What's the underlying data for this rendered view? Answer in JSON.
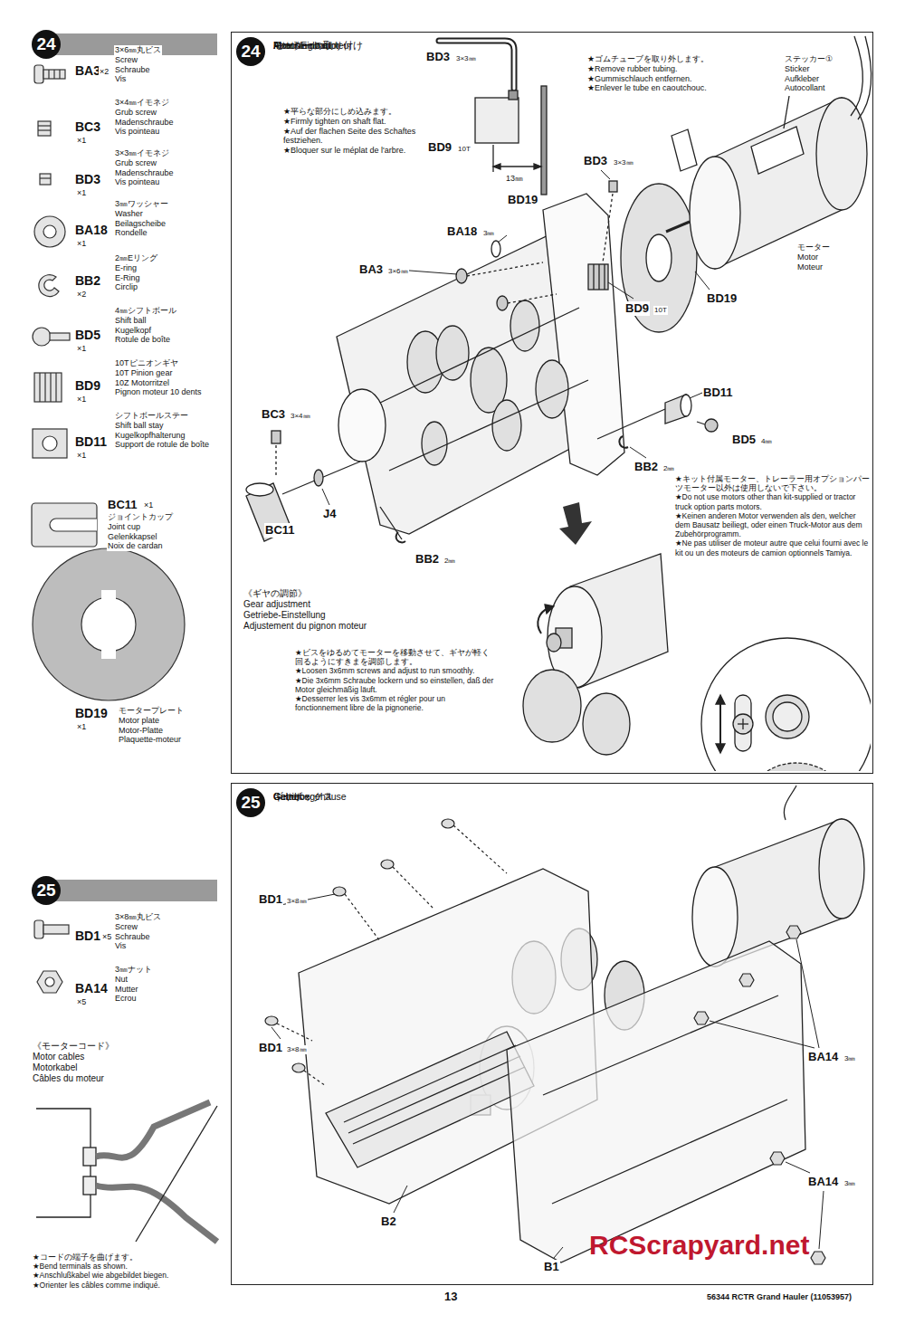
{
  "diagram": {
    "nodes": [
      {
        "text": [
          "24"
        ]
      },
      {
        "text": [
          "24",
          "モーターの取り付け",
          "Attaching motor",
          "Motor-Einbau",
          "Fixation du moteur"
        ]
      },
      {
        "text": [
          "25"
        ]
      },
      {
        "text": [
          "25",
          "ギヤボックス",
          "Gearbox",
          "Getriebegehäuse",
          "Carter"
        ]
      }
    ],
    "labels": [
      "3×6㎜丸ビス",
      "Screw",
      "Schraube",
      "Vis",
      "BA3",
      "×2",
      "3×4㎜イモネジ",
      "Grub screw",
      "Madenschraube",
      "Vis pointeau",
      "BC3",
      "×1",
      "3×3㎜イモネジ",
      "Grub screw",
      "Madenschraube",
      "Vis pointeau",
      "BD3",
      "×1",
      "3㎜ワッシャー",
      "Washer",
      "Beilagscheibe",
      "Rondelle",
      "BA18",
      "×1",
      "2㎜Eリング",
      "E-ring",
      "E-Ring",
      "Circlip",
      "BB2",
      "×2",
      "4㎜シフトボール",
      "Shift ball",
      "Kugelkopf",
      "Rotule de boîte",
      "BD5",
      "×1",
      "10Tピニオンギヤ",
      "10T Pinion gear",
      "10Z Motorritzel",
      "Pignon moteur 10 dents",
      "BD9",
      "×1",
      "シフトボールステー",
      "Shift ball stay",
      "Kugelkopfhalterung",
      "Support de rotule de boîte",
      "BD11",
      "×1",
      "BC11",
      "×1",
      "ジョイントカップ",
      "Joint cup",
      "Gelenkkapsel",
      "Noix de cardan",
      "BD19",
      "×1",
      "モータープレート",
      "Motor plate",
      "Motor-Platte",
      "Plaquette-moteur",
      "3×8㎜丸ビス",
      "Screw",
      "Schraube",
      "Vis",
      "BD1",
      "×5",
      "3㎜ナット",
      "Nut",
      "Mutter",
      "Ecrou",
      "BA14",
      "×5",
      "《モーターコード》",
      "Motor cables",
      "Motorkabel",
      "Câbles du moteur",
      "★コードの端子を曲げます。",
      "★Bend terminals as shown.",
      "★Anschlußkabel wie abgebildet biegen.",
      "★Orienter les câbles comme indiqué.",
      "★平らな部分にしめ込みます。",
      "★Firmly tighten on shaft flat.",
      "★Auf der flachen Seite des Schaftes festziehen.",
      "★Bloquer sur le méplat de l'arbre.",
      "BD3",
      "3×3㎜",
      "BD9",
      "10T",
      "13㎜",
      "BD19",
      "★ゴムチューブを取り外します。",
      "★Remove rubber tubing.",
      "★Gummischlauch entfernen.",
      "★Enlever le tube en caoutchouc.",
      "ステッカー①",
      "Sticker",
      "Aufkleber",
      "Autocollant",
      "BD3",
      "3×3㎜",
      "BA18",
      "3㎜",
      "BA3",
      "3×6㎜",
      "BD9",
      "10T",
      "BD19",
      "モーター",
      "Motor",
      "Moteur",
      "BD11",
      "BD5",
      "4㎜",
      "BC3",
      "3×4㎜",
      "BC11",
      "J4",
      "BB2",
      "2㎜",
      "BB2",
      "2㎜",
      "★キット付属モーター、トレーラー用オプションパーツモーター以外は使用しないで下さい。",
      "★Do not use motors other than kit-supplied or tractor truck option parts motors.",
      "★Keinen anderen Motor verwenden als den, welcher dem Bausatz beiliegt, oder einen Truck-Motor aus dem Zubehörprogramm.",
      "★Ne pas utiliser de moteur autre que celui fourni avec le kit ou un des moteurs de camion optionnels Tamiya.",
      "《ギヤの調節》",
      "Gear adjustment",
      "Getriebe-Einstellung",
      "Adjustement du pignon moteur",
      "★ビスをゆるめてモーターを移動させて、ギヤが軽く回るようにすきまを調節します。",
      "★Loosen 3x6mm screws and adjust to run smoothly.",
      "★Die 3x6mm Schraube lockern und so einstellen, daß der Motor gleichmäßig läuft.",
      "★Desserrer les vis 3x6mm et régler pour un fonctionnement libre de la pignonerie.",
      "BD1",
      "3×8㎜",
      "BD1",
      "3×8㎜",
      "B2",
      "B1",
      "BA14",
      "3㎜",
      "BA14",
      "3㎜",
      "RCScrapyard.net",
      "13",
      "56344 RCTR Grand Hauler (11053957)"
    ]
  }
}
